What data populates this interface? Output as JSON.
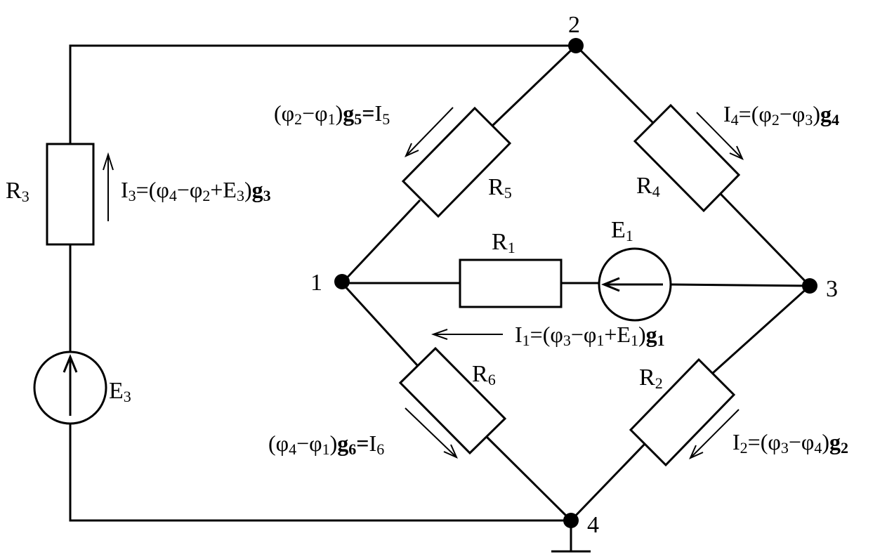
{
  "colors": {
    "line": "#000000",
    "background": "#ffffff"
  },
  "nodes": {
    "n1": "1",
    "n2": "2",
    "n3": "3",
    "n4": "4"
  },
  "resistors": {
    "r1": {
      "main": "R",
      "sub": "1"
    },
    "r2": {
      "main": "R",
      "sub": "2"
    },
    "r3": {
      "main": "R",
      "sub": "3"
    },
    "r4": {
      "main": "R",
      "sub": "4"
    },
    "r5": {
      "main": "R",
      "sub": "5"
    },
    "r6": {
      "main": "R",
      "sub": "6"
    }
  },
  "sources": {
    "e1": {
      "main": "E",
      "sub": "1"
    },
    "e3": {
      "main": "E",
      "sub": "3"
    }
  },
  "sym": {
    "I": "I",
    "phi": "φ",
    "g": "g",
    "E": "E",
    "eq": "=",
    "lp": "(",
    "rp": ")",
    "minus": "−",
    "plus": "+",
    "d1": "1",
    "d2": "2",
    "d3": "3",
    "d4": "4",
    "d5": "5",
    "d6": "6"
  }
}
